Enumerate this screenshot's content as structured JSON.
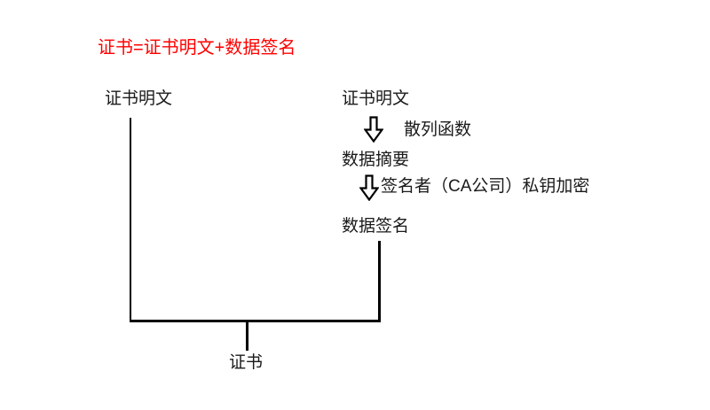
{
  "title": "证书=证书明文+数据签名",
  "diagram": {
    "left_plaintext": "证书明文",
    "right_plaintext": "证书明文",
    "hash_step": "散列函数",
    "digest": "数据摘要",
    "sign_step": "签名者（CA公司）私钥加密",
    "signature": "数据签名",
    "result": "证书"
  },
  "icons": {
    "hash_arrow": "hollow-down-arrow",
    "sign_arrow": "hollow-down-arrow"
  },
  "colors": {
    "title": "#ff0000",
    "text": "#1a1a1a",
    "line": "#000000",
    "background": "#ffffff"
  }
}
